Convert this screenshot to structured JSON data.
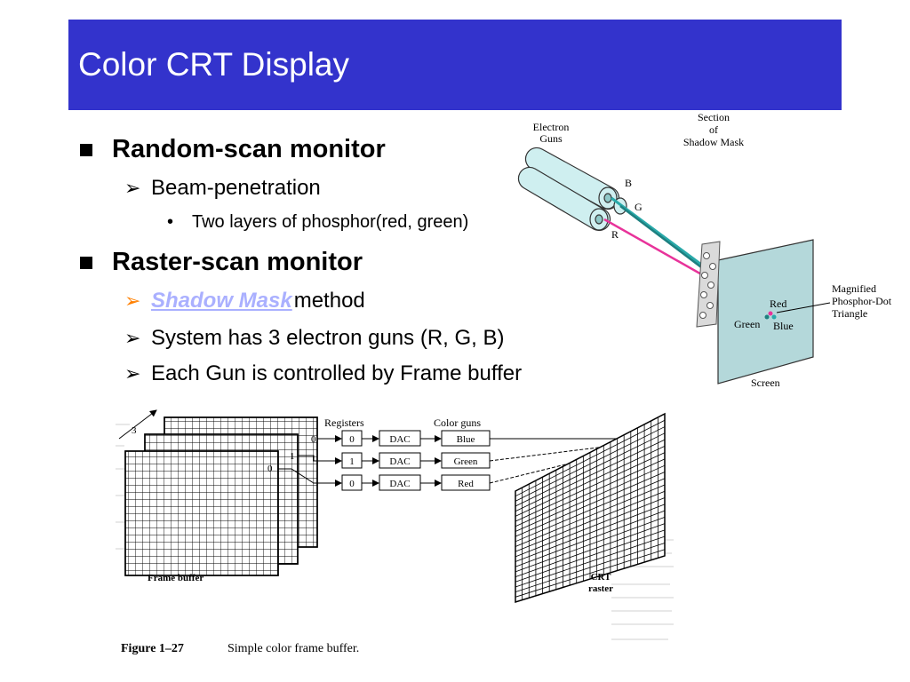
{
  "slide": {
    "title": "Color CRT Display",
    "colors": {
      "title_bar": "#3333cc",
      "link": "#aab0ff",
      "arrow_orange": "#ff8000"
    }
  },
  "bullets": {
    "random_scan": {
      "label": "Random-scan monitor",
      "beam": {
        "label": "Beam-penetration",
        "sub": "Two layers of phosphor(red, green)"
      }
    },
    "raster_scan": {
      "label": "Raster-scan monitor",
      "shadow_link": "Shadow Mask ",
      "shadow_rest": "method",
      "guns": "System has 3 electron guns (R, G, B)",
      "frame": "Each Gun is controlled by Frame buffer"
    },
    "icons": {
      "square": "square-bullet-icon",
      "arrow": "arrow-bullet-icon",
      "dot": "dot-bullet-icon"
    }
  },
  "crt_diagram": {
    "electron_guns_1": "Electron",
    "electron_guns_2": "Guns",
    "section_1": "Section",
    "section_2": "of",
    "section_3": "Shadow Mask",
    "gun_b": "B",
    "gun_g": "G",
    "gun_r": "R",
    "red": "Red",
    "green": "Green",
    "blue": "Blue",
    "magnified_1": "Magnified",
    "magnified_2": "Phosphor-Dot",
    "magnified_3": "Triangle",
    "screen": "Screen"
  },
  "frame_diagram": {
    "registers": "Registers",
    "color_guns": "Color guns",
    "reg_0": "0",
    "reg_1": "1",
    "reg_2": "0",
    "dac": "DAC",
    "blue": "Blue",
    "green": "Green",
    "red": "Red",
    "plane_0": "0",
    "plane_1": "1",
    "plane_2": "0",
    "depth": "3",
    "frame_buffer": "Frame buffer",
    "crt_1": "CRT",
    "crt_2": "raster",
    "caption_label": "Figure 1–27",
    "caption_text": "Simple color frame buffer."
  }
}
